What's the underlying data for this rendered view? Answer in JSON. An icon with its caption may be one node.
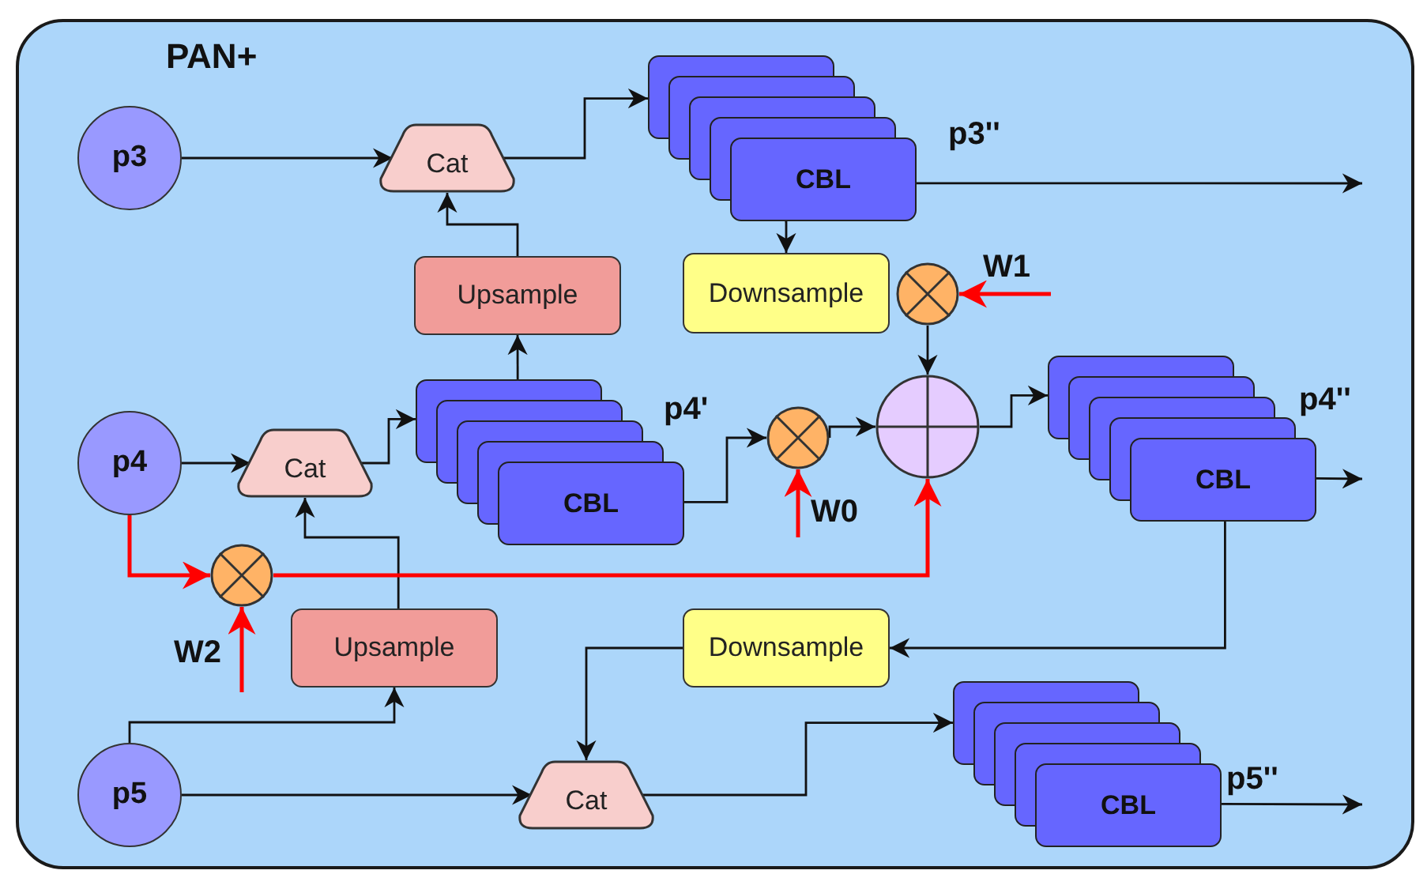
{
  "diagram": {
    "nodes": [
      {
        "text": [
          "PAN+"
        ]
      },
      {
        "text": [
          "p3"
        ],
        "in": 0
      },
      {
        "text": [
          "Cat"
        ],
        "in": 0
      },
      {
        "text": [
          "CBL"
        ],
        "in": 0,
        "beside": [
          "p3''"
        ]
      },
      {
        "text": [
          "Upsample"
        ],
        "in": 0
      },
      {
        "text": [
          "Downsample"
        ],
        "in": 0
      },
      {
        "text": [],
        "shape": "circle",
        "in": 0,
        "beside": [
          "W1"
        ]
      },
      {
        "text": [
          "p4"
        ],
        "in": 0
      },
      {
        "text": [
          "Cat"
        ],
        "in": 0
      },
      {
        "text": [
          "CBL"
        ],
        "in": 0,
        "beside": [
          "p4'"
        ]
      },
      {
        "text": [],
        "shape": "circle",
        "in": 0,
        "beside": [
          "W0"
        ]
      },
      {
        "text": [],
        "shape": "circle",
        "in": 0
      },
      {
        "text": [
          "CBL"
        ],
        "in": 0,
        "beside": [
          "p4''"
        ]
      },
      {
        "text": [],
        "shape": "circle",
        "in": 0,
        "beside": [
          "W2"
        ]
      },
      {
        "text": [
          "Upsample"
        ],
        "in": 0
      },
      {
        "text": [
          "Downsample"
        ],
        "in": 0
      },
      {
        "text": [
          "p5"
        ],
        "in": 0
      },
      {
        "text": [
          "Cat"
        ],
        "in": 0
      },
      {
        "text": [
          "CBL"
        ],
        "in": 0,
        "beside": [
          "p5''"
        ]
      }
    ],
    "edges": [
      {
        "from": 1,
        "to": 2,
        "arrow": "to"
      },
      {
        "from": 4,
        "to": 2,
        "arrow": "to"
      },
      {
        "from": 2,
        "to": 3,
        "arrow": "to"
      },
      {
        "from": 3,
        "to": 5,
        "arrow": "to"
      },
      {
        "from": 3,
        "to": null,
        "arrow": "to"
      },
      {
        "from": 9,
        "to": 4,
        "arrow": "to"
      },
      {
        "from": 7,
        "to": 8,
        "arrow": "to"
      },
      {
        "from": 14,
        "to": 8,
        "arrow": "to"
      },
      {
        "from": 8,
        "to": 9,
        "arrow": "to"
      },
      {
        "from": 9,
        "to": 10,
        "arrow": "to"
      },
      {
        "from": 10,
        "to": 11,
        "arrow": "to"
      },
      {
        "from": 6,
        "to": 11,
        "arrow": "to"
      },
      {
        "from": 11,
        "to": 12,
        "arrow": "to"
      },
      {
        "from": 12,
        "to": null,
        "arrow": "to"
      },
      {
        "from": 12,
        "to": 15,
        "arrow": "to"
      },
      {
        "from": 7,
        "to": 13,
        "arrow": "to",
        "color": "#ff0000"
      },
      {
        "from": 13,
        "to": 11,
        "arrow": "to",
        "color": "#ff0000"
      },
      {
        "from": null,
        "to": 6,
        "arrow": "to",
        "color": "#ff0000"
      },
      {
        "from": null,
        "to": 10,
        "arrow": "to",
        "color": "#ff0000"
      },
      {
        "from": null,
        "to": 13,
        "arrow": "to",
        "color": "#ff0000"
      },
      {
        "from": 16,
        "to": 14,
        "arrow": "to"
      },
      {
        "from": 16,
        "to": 17,
        "arrow": "to"
      },
      {
        "from": 15,
        "to": 17,
        "arrow": "to"
      },
      {
        "from": 17,
        "to": 18,
        "arrow": "to"
      },
      {
        "from": 18,
        "to": null,
        "arrow": "to"
      }
    ]
  }
}
